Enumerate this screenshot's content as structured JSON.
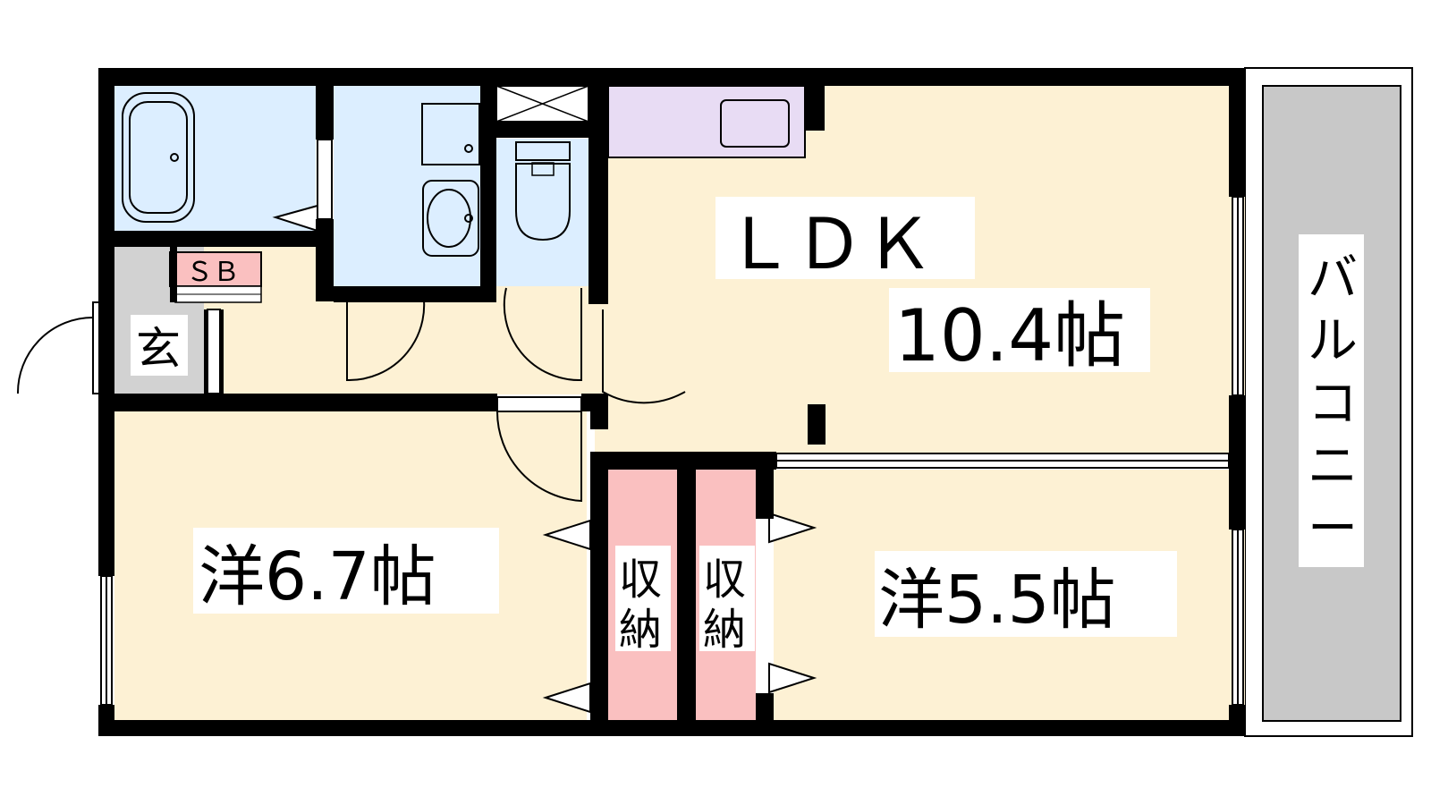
{
  "floorplan": {
    "rooms": {
      "ldk_name": "ＬＤＫ",
      "ldk_size": "10.4帖",
      "west1": "洋6.7帖",
      "west2": "洋5.5帖",
      "entrance": "玄",
      "shoe_box": "ＳＢ",
      "closet1_line1": "収",
      "closet1_line2": "納",
      "closet2_line1": "収",
      "closet2_line2": "納",
      "balcony": [
        "バ",
        "ル",
        "コ",
        "ニ",
        "ー"
      ]
    },
    "colors": {
      "wall": "#000000",
      "wet_area": "#dceeff",
      "living": "#fdf1d4",
      "kitchen": "#e8dcf4",
      "storage": "#fac0c0",
      "entrance": "#d2d2d2",
      "balcony": "#c8c8c8"
    }
  }
}
